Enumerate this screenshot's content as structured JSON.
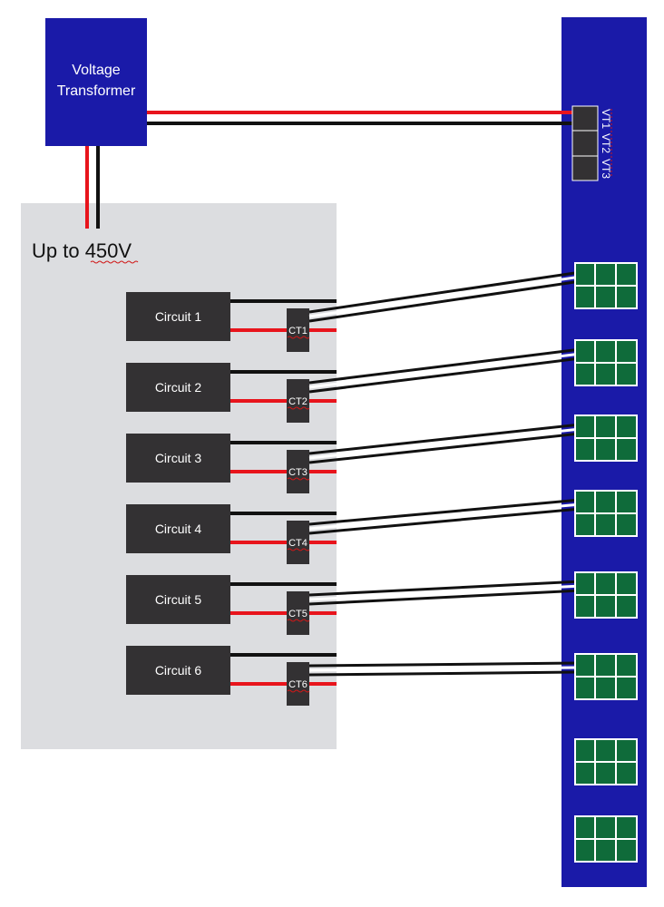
{
  "transformer": {
    "line1": "Voltage",
    "line2": "Transformer"
  },
  "panel": {
    "voltage_label": "Up to 450V"
  },
  "circuits": [
    {
      "label": "Circuit 1",
      "ct": "CT1"
    },
    {
      "label": "Circuit 2",
      "ct": "CT2"
    },
    {
      "label": "Circuit 3",
      "ct": "CT3"
    },
    {
      "label": "Circuit 4",
      "ct": "CT4"
    },
    {
      "label": "Circuit 5",
      "ct": "CT5"
    },
    {
      "label": "Circuit 6",
      "ct": "CT6"
    }
  ],
  "meter": {
    "vt_terminals": [
      "VT1",
      "VT2",
      "VT3"
    ],
    "input_block_count": 8
  },
  "colors": {
    "blue": "#1a1aa8",
    "panel_gray": "#dcdde0",
    "circuit_box": "#333133",
    "wire_red": "#e8141c",
    "wire_black": "#111111",
    "block_green": "#0f6b3a",
    "block_border": "#ffffff"
  }
}
